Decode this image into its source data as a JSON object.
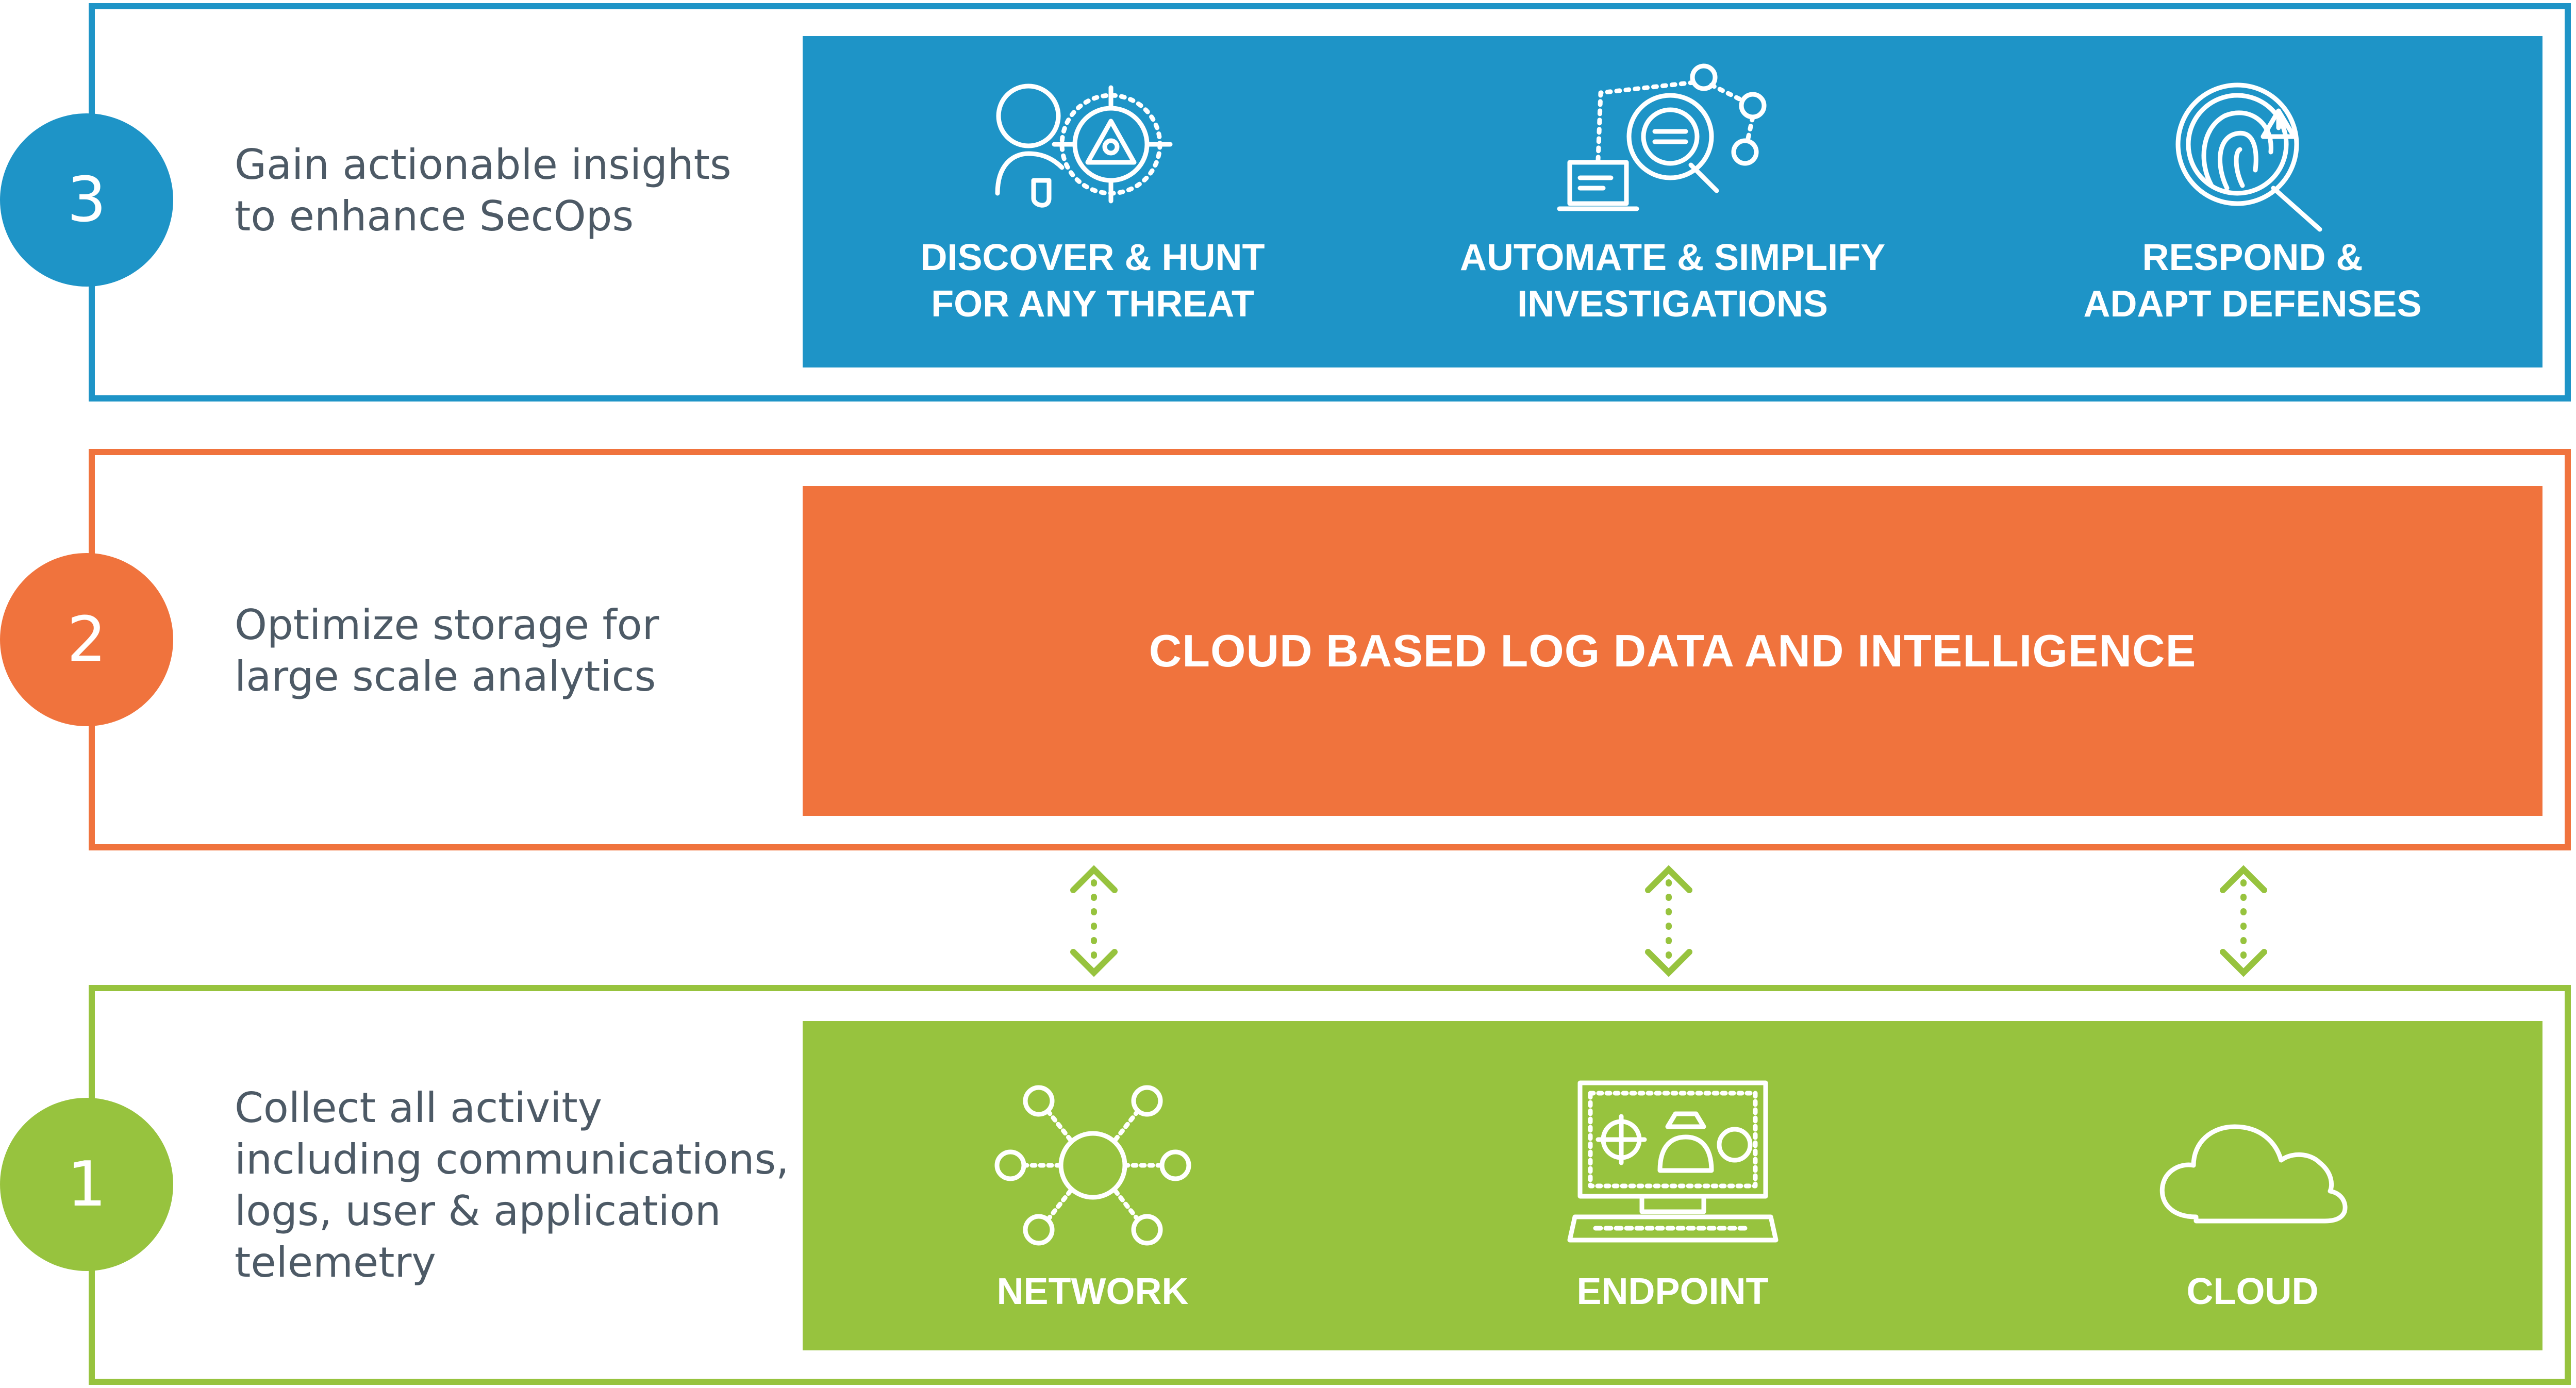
{
  "tiers": [
    {
      "number": "3",
      "description": "Gain actionable insights\nto enhance SecOps",
      "items": [
        {
          "label": "DISCOVER & HUNT\nFOR ANY THREAT",
          "icon": "user-target-threat-icon"
        },
        {
          "label": "AUTOMATE & SIMPLIFY\nINVESTIGATIONS",
          "icon": "laptop-gear-network-icon"
        },
        {
          "label": "RESPOND &\nADAPT DEFENSES",
          "icon": "fingerprint-magnifier-icon"
        }
      ],
      "color": "#1e94c7"
    },
    {
      "number": "2",
      "description": "Optimize storage for\nlarge scale analytics",
      "title": "CLOUD BASED LOG DATA AND INTELLIGENCE",
      "color": "#f0733d"
    },
    {
      "number": "1",
      "description": "Collect all activity\nincluding communications,\nlogs, user & application\ntelemetry",
      "items": [
        {
          "label": "NETWORK",
          "icon": "network-nodes-icon"
        },
        {
          "label": "ENDPOINT",
          "icon": "computer-monitor-icon"
        },
        {
          "label": "CLOUD",
          "icon": "cloud-icon"
        }
      ],
      "color": "#97c33e"
    }
  ],
  "arrow_color": "#97c33e"
}
